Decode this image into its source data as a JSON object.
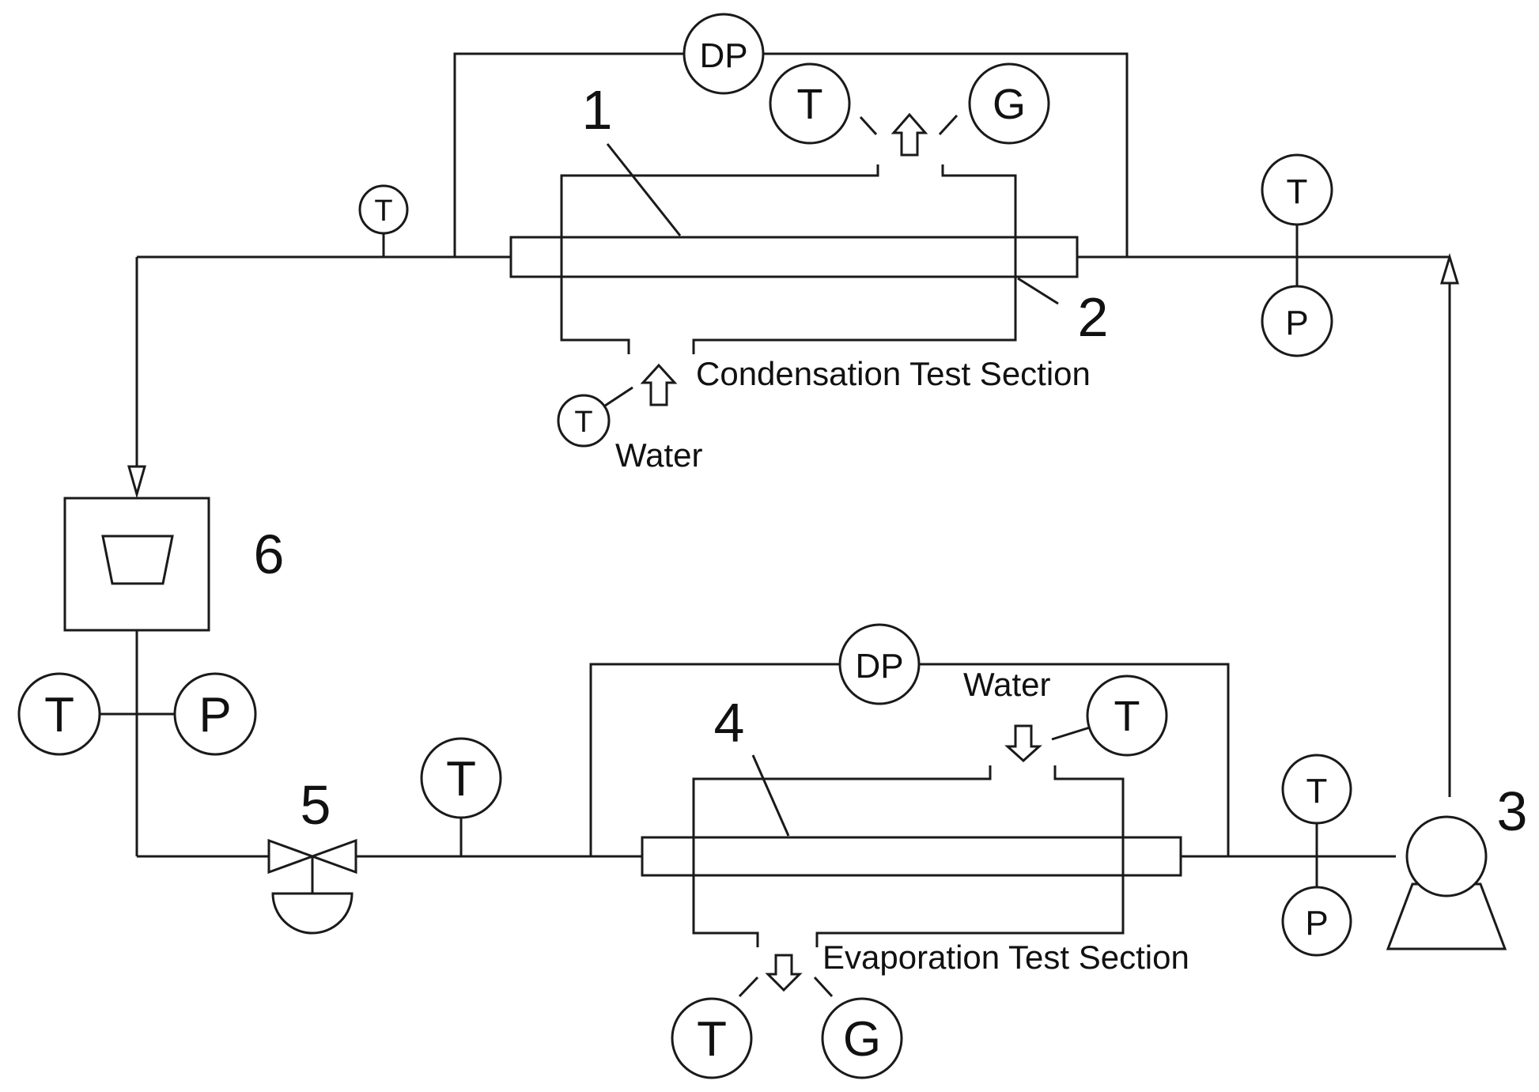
{
  "components": {
    "condensation_tube": "1",
    "condensation_jacket": "2",
    "pump": "3",
    "evaporation_tube": "4",
    "valve": "5",
    "receiver": "6"
  },
  "sections": {
    "condensation": "Condensation Test Section",
    "evaporation": "Evaporation Test Section"
  },
  "water": {
    "condensation_inlet": "Water",
    "evaporation_inlet": "Water"
  },
  "instruments": {
    "dp_top": "DP",
    "t_top_outlet": "T",
    "g_top_outlet": "G",
    "t_top_left": "T",
    "t_top_right": "T",
    "p_top_right": "P",
    "t_cond_water": "T",
    "t_receiver": "T",
    "p_receiver": "P",
    "dp_bottom": "DP",
    "t_evap_water": "T",
    "t_after_valve": "T",
    "t_pump_inlet": "T",
    "p_pump_inlet": "P",
    "t_evap_outlet": "T",
    "g_evap_outlet": "G"
  }
}
